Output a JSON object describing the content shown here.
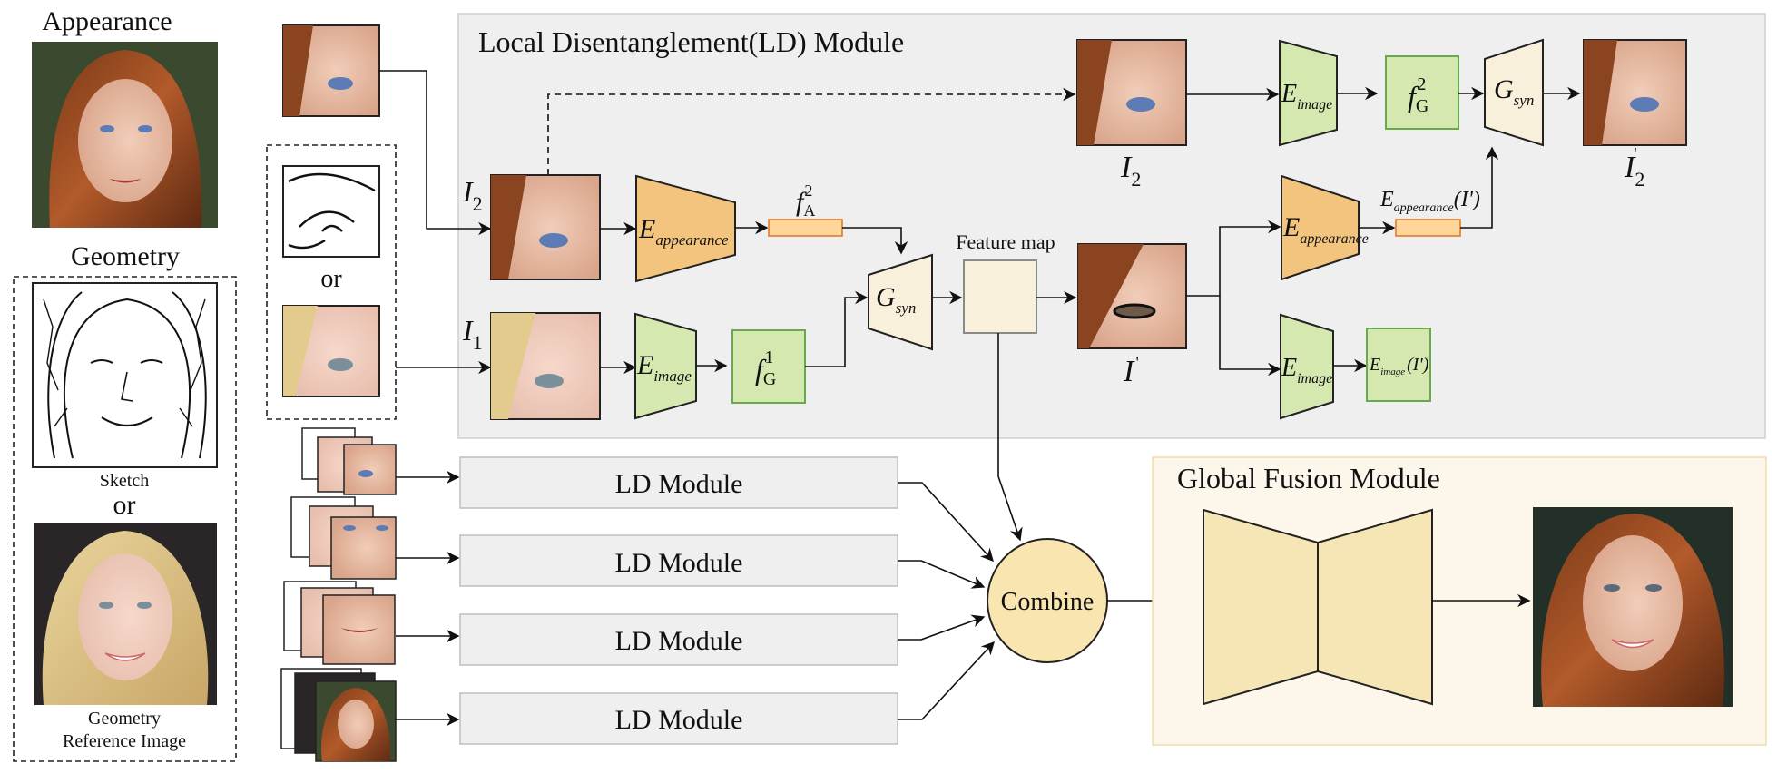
{
  "left_panel": {
    "appearance_label": "Appearance",
    "geometry_label": "Geometry",
    "sketch_label": "Sketch",
    "or_label": "or",
    "geometry_ref_label_line1": "Geometry",
    "geometry_ref_label_line2": "Reference Image"
  },
  "input_panel": {
    "or_label": "or"
  },
  "ld_module": {
    "title": "Local Disentanglement(LD) Module",
    "i2_label": "I",
    "i2_sub": "2",
    "i1_label": "I",
    "i1_sub": "1",
    "enc_appearance": {
      "symbol": "E",
      "sub": "appearance"
    },
    "enc_image": {
      "symbol": "E",
      "sub": "image"
    },
    "fa2": {
      "symbol": "f",
      "sub": "A",
      "sup": "2"
    },
    "fg1": {
      "symbol": "f",
      "sub": "G",
      "sup": "1"
    },
    "fg2": {
      "symbol": "f",
      "sub": "G",
      "sup": "2"
    },
    "gsyn": {
      "symbol": "G",
      "sub": "syn"
    },
    "feature_map_label": "Feature map",
    "i_prime_label": "I",
    "i_prime_mark": "'",
    "i2_top_label": "I",
    "i2_top_sub": "2",
    "i2_prime_label": "I",
    "i2_prime_sub": "2",
    "i2_prime_mark": "'",
    "eapp_iprime": {
      "symbol": "E",
      "sub": "appearance",
      "arg": "(I')"
    },
    "eimg_iprime": {
      "symbol": "E",
      "sub": "image",
      "arg": "(I')"
    }
  },
  "ld_stack": [
    {
      "label": "LD Module"
    },
    {
      "label": "LD Module"
    },
    {
      "label": "LD Module"
    },
    {
      "label": "LD Module"
    }
  ],
  "combine_label": "Combine",
  "global_fusion": {
    "title": "Global Fusion Module"
  },
  "colors": {
    "ld_bg": "#efefef",
    "gf_bg": "#fcf7ea",
    "appearance_enc": "#f2c47e",
    "image_enc": "#d5e8b0",
    "green_border": "#6aa84f",
    "feature_bar": "#ffd699",
    "feature_bar_border": "#e07a2e",
    "gsyn_fill": "#f8f0db",
    "combine_fill": "#f8e5b0",
    "fusion_fill": "#f6e6b5"
  }
}
